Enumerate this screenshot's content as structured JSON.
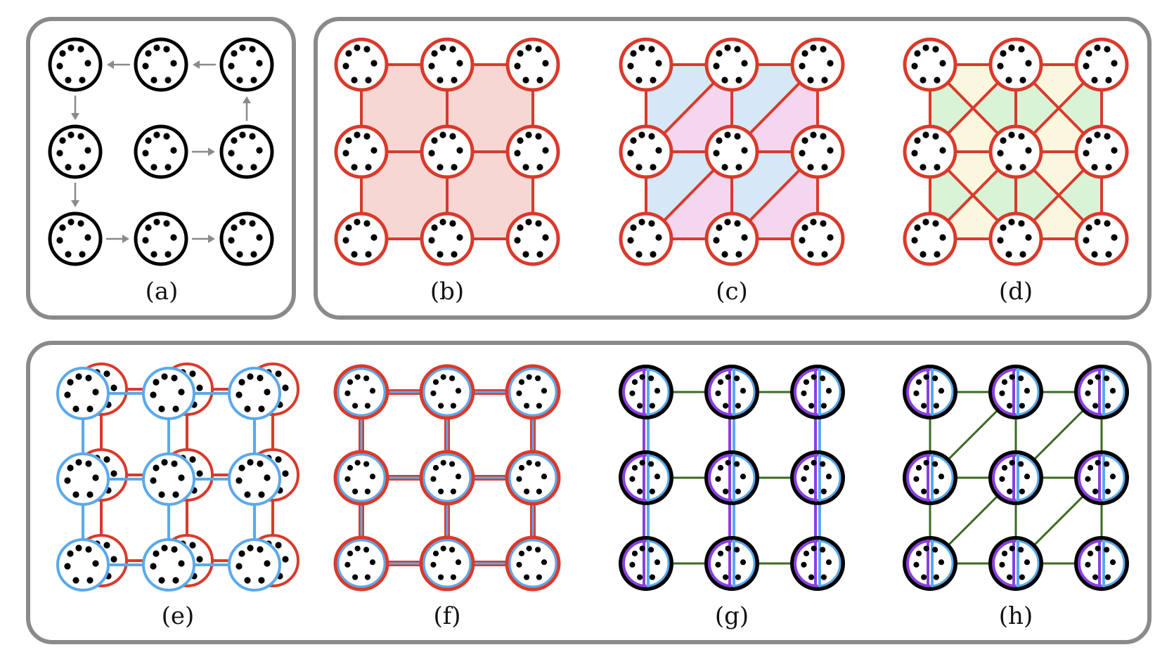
{
  "figure": {
    "captions": [
      "(a)",
      "(b)",
      "(c)",
      "(d)",
      "(e)",
      "(f)",
      "(g)",
      "(h)"
    ]
  },
  "colors": {
    "frame": "#8a8a8a",
    "black": "#000000",
    "gray_arrow": "#8a8a8a",
    "red": "#d93a2b",
    "blue": "#5aa9ec",
    "purple": "#8b3fe0",
    "green": "#3a6b20",
    "fill_b": "#f7d7d4",
    "fill_c_blue": "#d6e7f7",
    "fill_c_pink": "#f4d7ef",
    "fill_d_yellow": "#fbf6de",
    "fill_d_green": "#d9f3d6"
  },
  "icons": {
    "node": "six-dot-node-icon",
    "arrow": "arrow-icon"
  }
}
